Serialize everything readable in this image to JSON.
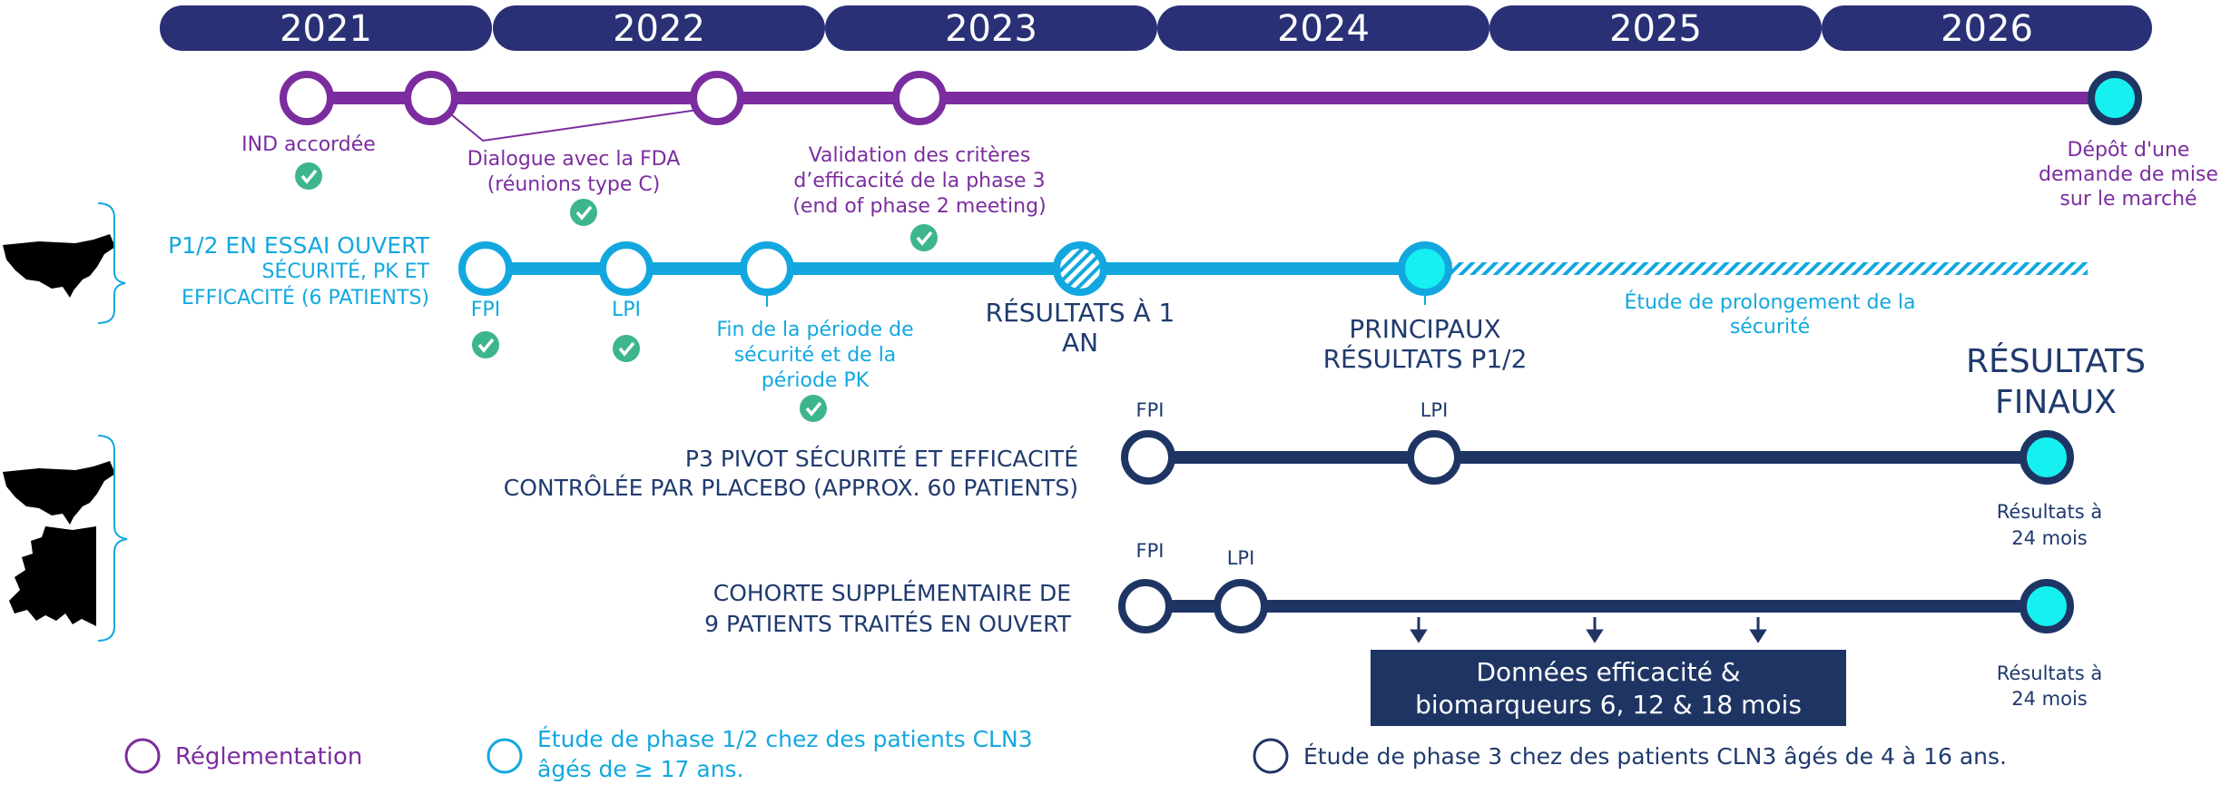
{
  "colors": {
    "navy": "#2a3076",
    "dark_navy": "#1e3564",
    "purple": "#7b2d9f",
    "cyan": "#12a8df",
    "aqua_fill": "#16f0f0",
    "green_check": "#3db58e",
    "text_navy": "#1f3a6e"
  },
  "years": [
    "2021",
    "2022",
    "2023",
    "2024",
    "2025",
    "2026"
  ],
  "regulatory": {
    "milestones": [
      {
        "label": "IND accordée",
        "checked": true
      },
      {
        "label_lines": [
          "Dialogue avec la FDA",
          "(réunions type C)"
        ],
        "checked": true
      },
      {
        "label_lines": [
          "Validation des critères",
          "d’efficacité de la phase 3",
          "(end of phase 2 meeting)"
        ],
        "checked": true
      },
      {
        "label_lines": [
          "Dépôt d'une",
          "demande de mise",
          "sur le marché"
        ],
        "checked": false
      }
    ]
  },
  "phase12": {
    "title_lines": [
      "P1/2 EN ESSAI OUVERT",
      "SÉCURITÉ, PK ET",
      "EFFICACITÉ (6 PATIENTS)"
    ],
    "fpi": "FPI",
    "lpi": "LPI",
    "safety_pk_end_lines": [
      "Fin de la période de",
      "sécurité et de la",
      "période PK"
    ],
    "one_year_lines": [
      "RÉSULTATS À 1",
      "AN"
    ],
    "main_results_lines": [
      "PRINCIPAUX",
      "RÉSULTATS P1/2"
    ],
    "extension_lines": [
      "Étude de prolongement de la",
      "sécurité"
    ]
  },
  "phase3": {
    "title_lines": [
      "P3 PIVOT SÉCURITÉ ET EFFICACITÉ",
      "CONTRÔLÉE PAR PLACEBO (APPROX. 60 PATIENTS)"
    ],
    "fpi": "FPI",
    "lpi": "LPI",
    "final_results_lines": [
      "RÉSULTATS",
      "FINAUX"
    ],
    "results_lines": [
      "Résultats à",
      "24 mois"
    ]
  },
  "cohort": {
    "title_lines": [
      "COHORTE SUPPLÉMENTAIRE DE",
      "9 PATIENTS TRAITÉS EN OUVERT"
    ],
    "fpi": "FPI",
    "lpi": "LPI",
    "data_box_lines": [
      "Données efficacité &",
      "biomarqueurs 6, 12 & 18 mois"
    ],
    "results_lines": [
      "Résultats à",
      "24 mois"
    ]
  },
  "legend": {
    "regulatory": "Réglementation",
    "phase12_lines": [
      "Étude de phase 1/2 chez des patients CLN3",
      "âgés de ≥ 17 ans."
    ],
    "phase3": "Étude de phase 3 chez des patients CLN3 âgés de 4 à 16 ans."
  }
}
